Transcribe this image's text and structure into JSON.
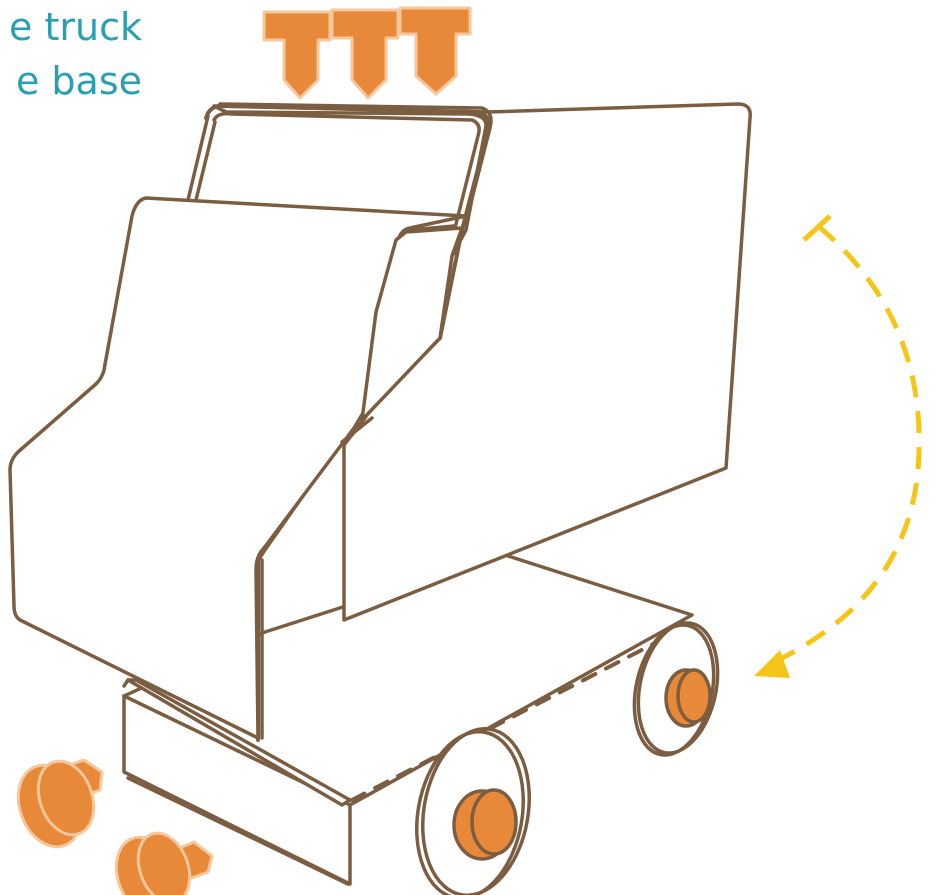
{
  "caption": {
    "line1": "e truck",
    "line2": "e base"
  },
  "colors": {
    "caption": "#2a9fb2",
    "outline": "#7b5e42",
    "peg": "#e8893a",
    "peg_highlight": "#f6c79b",
    "arrow": "#f5c518"
  },
  "icons": {
    "rotate_arrow": "curved-dashed-arrow",
    "pegs": "peg-icon"
  }
}
